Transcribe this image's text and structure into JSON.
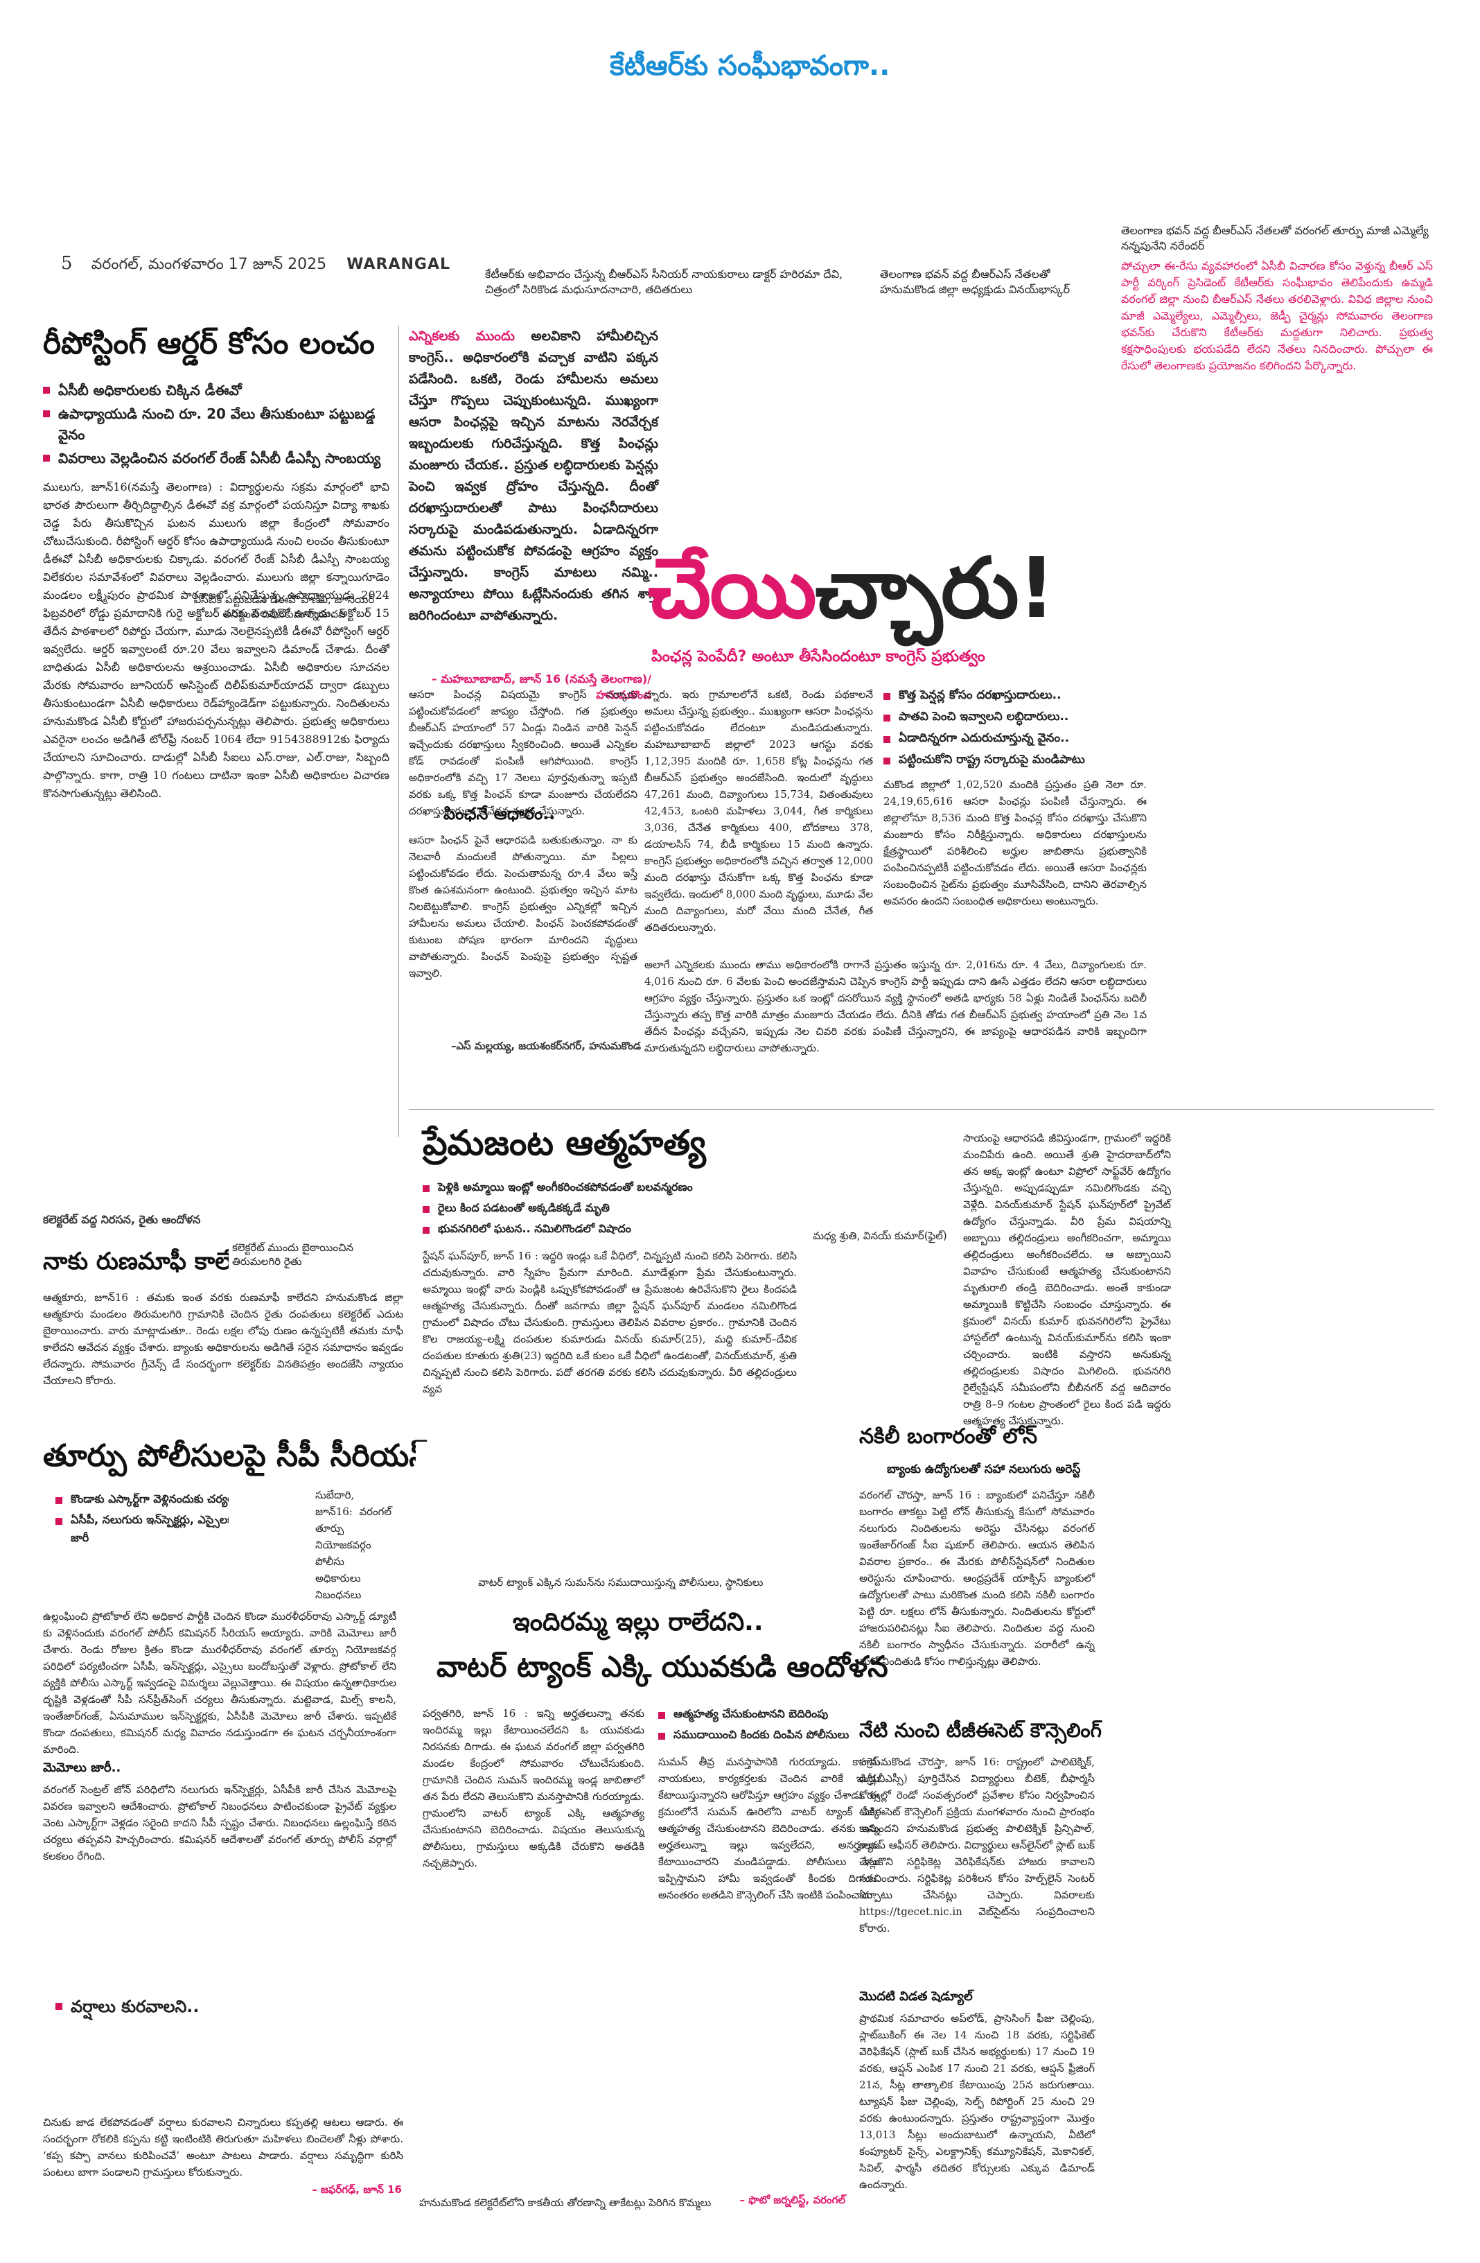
{
  "masthead": {
    "page_no": "5",
    "dateline": "వరంగల్, మంగళవారం 17 జూన్ 2025",
    "edition": "WARANGAL"
  },
  "top_headline": "కేటీఆర్‌కు సంఘీభావంగా..",
  "photo_captions": {
    "center": "కేటీఆర్‌కు అభివాదం చేస్తున్న బీఆర్‌ఎస్ సీనియర్ నాయకురాలు డాక్టర్ హరిరమా దేవి, చిత్రంలో సిరికొండ మధుసూదనాచారి, తదితరులు",
    "right1": "తెలంగాణ భవన్ వద్ద బీఆర్‌ఎస్ నేతలతో హనుమకొండ జిల్లా అధ్యక్షుడు వినయ్‌భాస్కర్",
    "right2": "తెలంగాణ భవన్ వద్ద బీఆర్‌ఎస్ నేతలతో వరంగల్ తూర్పు మాజీ ఎమ్మెల్యే నన్నపునేని నరేందర్"
  },
  "top_story_text": "పోచ్చులా ఈ-రేసు వ్యవహారంలో ఏసీబీ విచారణ కోసం వెళ్తున్న బీఆర్ ఎస్ పార్టీ వర్కింగ్ ప్రెసిడెంట్ కేటీఆర్‌కు సంఘీభావం తెలిపేందుకు ఉమ్మడి వరంగల్ జిల్లా నుంచి బీఆర్‌ఎస్ నేతలు తరలివెళ్లారు. వివిధ జిల్లాల నుంచి మాజీ ఎమ్మెల్యేలు, ఎమ్మెల్సీలు, జెడ్పీ చైర్మన్లు సోమవారం తెలంగాణ భవన్‌కు చేరుకొని కేటీఆర్‌కు మద్దతుగా నిలిచారు. ప్రభుత్వ కక్షసాధింపులకు భయపడేది లేదని నేతలు నినదించారు. పోచ్చులా ఈ రేసులో తెలంగాణకు ప్రయోజనం కలిగిందని పేర్కొన్నారు.",
  "story_repost": {
    "headline": "రీపోస్టింగ్ ఆర్డర్ కోసం లంచం",
    "bullets": [
      "ఏసీబీ అధికారులకు చిక్కిన డీఈవో",
      "ఉపాధ్యాయుడి నుంచి రూ. 20 వేలు తీసుకుంటూ పట్టుబడ్డ వైనం",
      "వివరాలు వెల్లడించిన వరంగల్ రేంజ్ ఏసీబీ డీఎస్పీ సాంబయ్య"
    ],
    "photo_caption": "ఏసీబీకి పట్టుబడిన డీఈవో పాణిని, జూనియర్ అసిస్టెంట్ దిలీప్‌కుమార్‌యాదవ్",
    "text": "ములుగు, జూన్16(నమస్తే తెలంగాణ) : విద్యార్థులను సక్రమ మార్గంలో భావి భారత పౌరులుగా తీర్చిదిద్దాల్సిన డీఈవో వక్ర మార్గంలో పయనిస్తూ విద్యా శాఖకు చెడ్డ పేరు తీసుకొచ్చిన ఘటన ములుగు జిల్లా కేంద్రంలో సోమవారం చోటుచేసుకుంది. రీపోస్టింగ్ ఆర్డర్ కోసం ఉపాధ్యాయుడి నుంచి లంచం తీసుకుంటూ డీఈవో ఏసీబీ అధికారులకు చిక్కాడు. వరంగల్ రేంజ్ ఏసీబీ డీఎస్పీ సాంబయ్య విలేకరుల సమావేశంలో వివరాలు వెల్లడించారు. ములుగు జిల్లా కన్నాయిగూడెం మండలం లక్ష్మీపురం ప్రాథమిక పాఠశాలలో పనిచేస్తున్న ఉపాధ్యాయుడు 2024 ఫిబ్రవరిలో రోడ్డు ప్రమాదానికి గురై అక్టోబర్ వరకు సెలవులో ఉన్నాడు. అక్టోబర్ 15 తేదీన పాఠశాలలో రిపోర్టు చేయగా, మూడు నెలలైనప్పటికీ డీఈవో రీపోస్టింగ్ ఆర్డర్ ఇవ్వలేదు. ఆర్డర్ ఇవ్వాలంటే రూ.20 వేలు ఇవ్వాలని డిమాండ్ చేశాడు. దీంతో బాధితుడు ఏసీబీ అధికారులను ఆశ్రయించాడు. ఏసీబీ అధికారుల సూచనల మేరకు సోమవారం జూనియర్ అసిస్టెంట్ దిలీప్‌కుమార్‌యాదవ్ ద్వారా డబ్బులు తీసుకుంటుండగా ఏసీబీ అధికారులు రెడ్‌హ్యాండెడ్‌గా పట్టుకున్నారు. నిందితులను హనుమకొండ ఏసీబీ కోర్టులో హాజరుపర్చనున్నట్లు తెలిపారు. ప్రభుత్వ అధికారులు ఎవరైనా లంచం అడిగితే టోల్‌ఫ్రీ నంబర్ 1064 లేదా 9154388912కు ఫిర్యాదు చేయాలని సూచించారు. దాడుల్లో ఏసీబీ సీఐలు ఎస్.రాజు, ఎల్.రాజు, సిబ్బంది పాల్గొన్నారు. కాగా, రాత్రి 10 గంటలు దాటినా ఇంకా ఏసీబీ అధికారుల విచారణ కొనసాగుతున్నట్లు తెలిసింది."
  },
  "story_pension": {
    "intro_highlight": "ఎన్నికలకు ముందు",
    "intro": "అలవికాని హామీలిచ్చిన కాంగ్రెస్.. అధికారంలోకి వచ్చాక వాటిని పక్కన పడేసింది. ఒకటి, రెండు హామీలను అమలు చేస్తూ గొప్పలు చెప్పుకుంటున్నది. ముఖ్యంగా ఆసరా పింఛన్లపై ఇచ్చిన మాటను నెరవేర్చక ఇబ్బందులకు గురిచేస్తున్నది. కొత్త పింఛన్లు మంజూరు చేయక.. ప్రస్తుత లబ్ధిదారులకు పెన్షన్లు పెంచి ఇవ్వక ద్రోహం చేస్తున్నది. దీంతో దరఖాస్తుదారులతో పాటు పింఛనీదారులు సర్కారుపై మండిపడుతున్నారు. ఏడాదిన్నరగా తమను పట్టించుకోక పోవడంపై ఆగ్రహం వ్యక్తం చేస్తున్నారు. కాంగ్రెస్ మాటలు నమ్మి.. అన్యాయాలు పోయి ఓట్లేసినందుకు తగిన శాస్తి జరిగిందంటూ వాపోతున్నారు.",
    "intro_byline": "– మహబూబాబాద్, జూన్ 16 (నమస్తే తెలంగాణ)/హనుమకొండ",
    "big_headline": "చేయిచ్చారు!",
    "big_headline_part1": "చేయి",
    "big_headline_part2": "చ్చారు!",
    "deck": "పింఛన్ల పెంపేదీ? అంటూ తీసేసిందంటూ కాంగ్రెస్ ప్రభుత్వం",
    "bullets": [
      "కొత్త పెన్షన్ల కోసం దరఖాస్తుదారులు..",
      "పాతవి పెంచి ఇవ్వాలని లబ్ధిదారులు..",
      "ఏడాదిన్నరగా ఎదురుచూస్తున్న వైనం..",
      "పట్టించుకోని రాష్ట్ర సర్కారుపై మండిపాటు"
    ],
    "col1": "ఆసరా పింఛన్ల విషయమై కాంగ్రెస్ సర్కారు పట్టించుకోవడంలో జాప్యం చేస్తోంది. గత ప్రభుత్వం బీఆర్‌ఎస్ హయాంలో 57 ఏండ్లు నిండిన వారికి పెన్షన్ ఇచ్చేందుకు దరఖాస్తులు స్వీకరించింది. అయితే ఎన్నికల కోడ్ రావడంతో పంపిణీ ఆగిపోయింది. కాంగ్రెస్ అధికారంలోకి వచ్చి 17 నెలలు పూర్తవుతున్నా ఇప్పటి వరకు ఒక్క కొత్త పింఛన్ కూడా మంజూరు చేయలేదని దరఖాస్తుదారులు ఆవేదన వ్యక్తం చేస్తున్నారు.",
    "col1_sub": "పింఛనే ఆధారం..",
    "col1b": "ఆసరా పింఛన్ పైనే ఆధారపడి బతుకుతున్నాం. నా కు నెలవారీ మందులకే పోతున్నాయి. మా పిల్లలు పట్టించుకోవడం లేదు. పెంచుతామన్న రూ.4 వేలు ఇస్తే కొంత ఉపశమనంగా ఉంటుంది. ప్రభుత్వం ఇచ్చిన మాట నిలబెట్టుకోవాలి. కాంగ్రెస్ ప్రభుత్వం ఎన్నికల్లో ఇచ్చిన హామీలను అమలు చేయాలి. పింఛన్ పెంచకపోవడంతో కుటుంబ పోషణ భారంగా మారిందని వృద్ధులు వాపోతున్నారు. పింఛన్ పెంపుపై ప్రభుత్వం స్పష్టత ఇవ్వాలి.",
    "col1b_byline": "–ఎస్ మల్లయ్య, జయశంకర్‌నగర్, హనుమకొండ",
    "col2": "న్నారు. ఇరు గ్రామాలలోనే ఒకటి, రెండు పథకాలనే అమలు చేస్తున్న ప్రభుత్వం.. ముఖ్యంగా ఆసరా పింఛన్లను పట్టించుకోవడం లేదంటూ మండిపడుతున్నారు. మహబూబాబాద్ జిల్లాలో 2023 ఆగస్టు వరకు 1,12,395 మందికి రూ. 1,658 కోట్ల పింఛన్లను గత బీఆర్‌ఎస్ ప్రభుత్వం అందజేసింది. ఇందులో వృద్ధులు 47,261 మంది, దివ్యాంగులు 15,734, వితంతువులు 42,453, ఒంటరి మహిళలు 3,044, గీత కార్మికులు 3,036, చేనేత కార్మికులు 400, బోదకాలు 378, డయాలసిస్ 74, బీడీ కార్మికులు 15 మంది ఉన్నారు. కాంగ్రెస్ ప్రభుత్వం అధికారంలోకి వచ్చిన తర్వాత 12,000 మంది దరఖాస్తు చేసుకోగా ఒక్క కొత్త పింఛను కూడా ఇవ్వలేదు. ఇందులో 8,000 మంది వృద్ధులు, మూడు వేల మంది దివ్యాంగులు, మరో వేయి మంది చేనేత, గీత తదితరులున్నారు.",
    "col3": "మకొండ జిల్లాలో 1,02,520 మందికి ప్రస్తుతం ప్రతి నెలా రూ. 24,19,65,616 ఆసరా పింఛన్లు పంపిణీ చేస్తున్నారు. ఈ జిల్లాలోనూ 8,536 మంది కొత్త పింఛన్ల కోసం దరఖాస్తు చేసుకొని మంజూరు కోసం నిరీక్షిస్తున్నారు. అధికారులు దరఖాస్తులను క్షేత్రస్థాయిలో పరిశీలించి అర్హుల జాబితాను ప్రభుత్వానికి పంపించినప్పటికీ పట్టించుకోవడం లేదు. అయితే ఆసరా పింఛన్లకు సంబంధించిన సైట్‌ను ప్రభుత్వం మూసివేసింది, దానిని తెరవాల్సిన అవసరం ఉందని సంబంధిత అధికారులు అంటున్నారు.",
    "col4": "అలాగే ఎన్నికలకు ముందు తాము అధికారంలోకి రాగానే ప్రస్తుతం ఇస్తున్న రూ. 2,016ను రూ. 4 వేలు, దివ్యాంగులకు రూ. 4,016 నుంచి రూ. 6 వేలకు పెంచి అందజేస్తామని చెప్పిన కాంగ్రెస్ పార్టీ ఇప్పుడు దాని ఊసే ఎత్తడం లేదని ఆసరా లబ్ధిదారులు ఆగ్రహం వ్యక్తం చేస్తున్నారు. ప్రస్తుతం ఒక ఇంట్లో దసరోయిన వ్యక్తి స్థానంలో అతడి భార్యకు 58 ఏళ్లు నిండితే పింఛన్‌ను బదిలీ చేస్తున్నారు తప్ప కొత్త వారికి మాత్రం మంజూరు చేయడం లేదు. దీనికి తోడు గత బీఆర్‌ఎస్ ప్రభుత్వ హయాంలో ప్రతి నెల 1వ తేదీన పింఛన్లు వచ్చేవని, ఇప్పుడు నెల చివరి వరకు పంపిణీ చేస్తున్నారని, ఈ జాప్యంపై ఆధారపడిన వారికి ఇబ్బందిగా మారుతున్నదని లబ్ధిదారులు వాపోతున్నారు."
  },
  "story_love": {
    "headline": "ప్రేమజంట ఆత్మహత్య",
    "bullets": [
      "పెళ్లికి అమ్మాయి ఇంట్లో అంగీకరించకపోవడంతో బలవన్మరణం",
      "రైలు కింద పడటంతో అక్కడికక్కడే మృతి",
      "భువనగిరిలో ఘటన.. నమిలిగొండలో విషాదం"
    ],
    "photo_caption": "మధ్య శ్రుతి, వినయ్ కుమార్(ఫైల్)",
    "text1": "స్టేషన్ ఘన్‌పూర్, జూన్ 16 : ఇద్దరి ఇండ్లు ఒకే వీధిలో, చిన్నప్పటి నుంచి కలిసి పెరిగారు. కలిసి చదువుకున్నారు. వారి స్నేహం ప్రేమగా మారింది. మూడేళ్లుగా ప్రేమ చేసుకుంటున్నారు. అమ్మాయి ఇంట్లో వారు పెండ్లికి ఒప్పుకోకపోవడంతో ఆ ప్రేమజంట ఉరివేసుకొని రైలు కిందపడి ఆత్మహత్య చేసుకున్నారు. దీంతో జనగామ జిల్లా స్టేషన్ ఘన్‌పూర్ మండలం నమిలిగొండ గ్రామంలో విషాదం చోటు చేసుకుంది. గ్రామస్తులు తెలిపిన వివరాల ప్రకారం.. గ్రామానికి చెందిన కొల రాజయ్య–లక్ష్మి దంపతుల కుమారుడు వినయ్ కుమార్(25), మద్ది కుమార్–దేవిక దంపతుల కూతురు శ్రుతి(23) ఇద్దరిది ఒకే కులం ఒకే వీధిలో ఉండటంతో, వినయ్‌కుమార్, శ్రుతి చిన్నప్పటి నుంచి కలిసి పెరిగారు. పదో తరగతి వరకు కలిసి చదువుకున్నారు. వీరి తల్లిదండ్రులు వ్యవ",
    "text2": "సాయంపై ఆధారపడి జీవిస్తుండగా, గ్రామంలో ఇద్దరికి మంచిపేరు ఉంది. అయితే శ్రుతి హైదరాబాద్‌లోని తన అక్క ఇంట్లో ఉంటూ విప్రోలో సాఫ్ట్‌వేర్ ఉద్యోగం చేస్తున్నది. అప్పుడప్పుడూ నమిలిగొండకు వచ్చి వెళ్లేది. వినయ్‌కుమార్ స్టేషన్ ఘన్‌పూర్‌లో ప్రైవేట్ ఉద్యోగం చేస్తున్నాడు. వీరి ప్రేమ విషయాన్ని అబ్బాయి తల్లిదండ్రులు అంగీకరించగా, అమ్మాయి తల్లిదండ్రులు అంగీకరించలేదు. ఆ అబ్బాయిని వివాహం చేసుకుంటే ఆత్మహత్య చేసుకుంటానని మృతురాలి తండ్రి బెదిరించాడు. అంతే కాకుండా అమ్మాయికి కొట్టిచేసి సంబంధం చూస్తున్నారు. ఈ క్రమంలో వినయ్ కుమార్ భువనగిరిలోని ప్రైవేటు హాస్టల్‌లో ఉంటున్న వినయ్‌కుమార్‌ను కలిసి ఇంకా చర్చించారు. ఇంటికి వస్తారని అనుకున్న తల్లిదండ్రులకు విషాదం మిగిలింది. భువనగిరి రైల్వేస్టేషన్ సమీపంలోని బీబీనగర్ వద్ద ఆదివారం రాత్రి 8–9 గంటల ప్రాంతంలో రైలు కింద పడి ఇద్దరు ఆత్మహత్య చేసుకున్నారు."
  },
  "story_loan": {
    "kicker": "కలెక్టరేట్ వద్ద నిరసన, రైతు ఆందోళన",
    "photo_caption": "కలెక్టరేట్ ముందు బైఠాయించిన తిరుమలగిరి రైతు",
    "headline": "నాకు రుణమాఫీ కాలేదు",
    "text": "ఆత్మకూరు, జూన్16 : తమకు ఇంత వరకు రుణమాఫీ కాలేదని హనుమకొండ జిల్లా ఆత్మకూరు మండలం తిరుమలగిరి గ్రామానికి చెందిన రైతు దంపతులు కలెక్టరేట్ ఎదుట బైఠాయించారు. వారు మాట్లాడుతూ.. రెండు లక్షల లోపు రుణం ఉన్నప్పటికీ తమకు మాఫీ కాలేదని ఆవేదన వ్యక్తం చేశారు. బ్యాంకు అధికారులను అడిగితే సరైన సమాధానం ఇవ్వడం లేదన్నారు. సోమవారం గ్రీవెన్స్ డే సందర్భంగా కలెక్టర్‌కు వినతిపత్రం అందజేసి న్యాయం చేయాలని కోరారు."
  },
  "story_police": {
    "headline": "తూర్పు పోలీసులపై సీపీ సీరియస్",
    "bullets": [
      "కొండాకు ఎస్కార్ట్‌గా వెళ్లినందుకు చర్యలు",
      "ఏసీపీ, నలుగురు ఇన్‌స్పెక్టర్లు, ఎస్సైలకు మెమోలు జారీ"
    ],
    "side_text": "సుబేదారి, జూన్16: వరంగల్ తూర్పు నియోజకవర్గం పోలీసు అధికారులు నిబంధనలు",
    "text": "ఉల్లంఘించి ప్రోటోకాల్ లేని అధికార పార్టీకి చెందిన కొండా మురళీధర్‌రావు ఎస్కార్ట్ డ్యూటీ కు వెళ్లినందుకు వరంగల్ పోలీస్ కమిషనర్ సీరియస్ అయ్యారు. వారికి మెమోలు జారీ చేశారు. రెండు రోజుల క్రితం కొండా మురళీధర్‌రావు వరంగల్ తూర్పు నియోజకవర్గ పరిధిలో పర్యటించగా ఏసీపీ, ఇన్‌స్పెక్టర్లు, ఎస్సైలు బందోబస్తుతో వెళ్లారు. ప్రోటోకాల్ లేని వ్యక్తికి పోలీసు ఎస్కార్ట్ ఇవ్వడంపై విమర్శలు వెల్లువెత్తాయి. ఈ విషయం ఉన్నతాధికారుల దృష్టికి వెళ్లడంతో సీపీ సన్‌ప్రీత్‌సింగ్ చర్యలు తీసుకున్నారు. మట్టెవాడ, మిల్స్ కాలనీ, ఇంతేజార్‌గంజ్, ఏనుమాముల ఇన్‌స్పెక్టర్లకు, ఏసీపీకి మెమోలు జారీ చేశారు. ఇప్పటికే కొండా దంపతులు, కమిషనర్ మధ్య వివాదం నడుస్తుండగా ఈ ఘటన చర్చనీయాంశంగా మారింది.",
    "sub": "మెమోలు జారీ..",
    "text2": "వరంగల్ సెంట్రల్ జోన్ పరిధిలోని నలుగురు ఇన్‌స్పెక్టర్లు, ఏసీపీకి జారీ చేసిన మెమోలపై వివరణ ఇవ్వాలని ఆదేశించారు. ప్రోటోకాల్ నిబంధనలు పాటించకుండా ప్రైవేట్ వ్యక్తుల వెంట ఎస్కార్ట్‌గా వెళ్లడం సరైంది కాదని సీపీ స్పష్టం చేశారు. నిబంధనలు ఉల్లంఘిస్తే కఠిన చర్యలు తప్పవని హెచ్చరించారు. కమిషనర్ ఆదేశాలతో వరంగల్ తూర్పు పోలీస్ వర్గాల్లో కలకలం రేగింది."
  },
  "story_rain": {
    "headline": "వర్షాలు కురవాలని..",
    "text": "చినుకు జాడ లేకపోవడంతో వర్షాలు కురవాలని చిన్నారులు కప్పతల్లి ఆటలు ఆడారు. ఈ సందర్భంగా రోకలికి కప్పను కట్టి ఇంటింటికి తిరుగుతూ మహిళలు బిందెలతో నీళ్లు పోశారు. ‘కప్ప కప్పా వానలు కురిపించవే’ అంటూ పాటలు పాడారు. వర్షాలు సమృద్ధిగా కురిసి పంటలు బాగా పండాలని గ్రామస్తులు కోరుకున్నారు.",
    "byline": "– జఫర్‌గఢ్, జూన్ 16"
  },
  "story_water": {
    "photo_caption": "వాటర్ ట్యాంక్ ఎక్కిన సుమన్‌ను సముదాయిస్తున్న పోలీసులు, స్థానికులు",
    "headline_line1": "ఇందిరమ్మ ఇల్లు రాలేదని..",
    "headline_line2": "వాటర్ ట్యాంక్ ఎక్కి యువకుడి ఆందోళన",
    "bullets": [
      "ఆత్మహత్య చేసుకుంటానని బెదిరింపు",
      "సముదాయించి కిందకు దింపిన పోలీసులు"
    ],
    "text1": "పర్వతగిరి, జూన్ 16 : ఇన్ని అర్హతలున్నా తనకు ఇందిరమ్మ ఇల్లు కేటాయించలేదని ఓ యువకుడు నిరసనకు దిగాడు. ఈ ఘటన వరంగల్ జిల్లా పర్వతగిరి మండల కేంద్రంలో సోమవారం చోటుచేసుకుంది. గ్రామానికి చెందిన సుమన్ ఇందిరమ్మ ఇండ్ల జాబితాలో తన పేరు లేదని తెలుసుకొని మనస్తాపానికి గురయ్యాడు. గ్రామంలోని వాటర్ ట్యాంక్ ఎక్కి ఆత్మహత్య చేసుకుంటానని బెదిరించాడు. విషయం తెలుసుకున్న పోలీసులు, గ్రామస్తులు అక్కడికి చేరుకొని అతడికి నచ్చజెప్పారు.",
    "text2": "సుమన్ తీవ్ర మనస్తాపానికి గురయ్యాడు. కాంగ్రెస్ నాయకులు, కార్యకర్తలకు చెందిన వారికే ఇండ్లు కేటాయిస్తున్నారని ఆరోపిస్తూ ఆగ్రహం వ్యక్తం చేశాడు. ఈ క్రమంలోనే సుమన్ ఊరిలోని వాటర్ ట్యాంక్ ఎక్కి ఆత్మహత్య చేసుకుంటానని బెదిరించాడు. తనకు ఇన్ని అర్హతలున్నా ఇల్లు ఇవ్వలేదని, అనర్హులకు కేటాయించారని మండిపడ్డాడు. పోలీసులు ఇల్లు ఇప్పిస్తామని హామీ ఇవ్వడంతో కిందకు దిగాడు. అనంతరం అతడిని కౌన్సెలింగ్ చేసి ఇంటికి పంపించారు."
  },
  "story_gold": {
    "headline": "నకిలీ బంగారంతో లోన్",
    "sub": "బ్యాంకు ఉద్యోగులతో సహా నలుగురు అరెస్ట్",
    "text": "వరంగల్ చౌరస్తా, జూన్ 16 : బ్యాంకులో పనిచేస్తూ నకిలీ బంగారం తాకట్టు పెట్టి లోన్ తీసుకున్న కేసులో సోమవారం నలుగురు నిందితులను అరెస్టు చేసినట్లు వరంగల్ ఇంతేజార్‌గంజ్ సీఐ షుకూర్ తెలిపారు. ఆయన తెలిపిన వివరాల ప్రకారం.. ఈ మేరకు పోలీస్‌స్టేషన్‌లో నిందితుల అరెస్టును చూపించారు. ఆంధ్రప్రదేశ్ యాక్సిస్ బ్యాంకులో ఉద్యోగులతో పాటు మరికొంత మంది కలిసి నకిలీ బంగారం పెట్టి రూ. లక్షలు లోన్ తీసుకున్నారు. నిందితులను కోర్టులో హాజరుపరిచినట్లు సీఐ తెలిపారు. నిందితుల వద్ద నుంచి నకిలీ బంగారం స్వాధీనం చేసుకున్నారు. పరారీలో ఉన్న మరో నిందితుడి కోసం గాలిస్తున్నట్లు తెలిపారు."
  },
  "story_tgecet": {
    "headline": "నేటి నుంచి టీజీఈసెట్ కౌన్సెలింగ్",
    "text": "హనుమకొండ చౌరస్తా, జూన్ 16: రాష్ట్రంలో పాలిటెక్నిక్, డిగ్రీ(బీఎస్సీ) పూర్తిచేసిన విద్యార్థులు బీటెక్, బీఫార్మసీ కోర్సుల్లో రెండో సంవత్సరంలో ప్రవేశాల కోసం నిర్వహించిన టీజీఈసెట్ కౌన్సెలింగ్ ప్రక్రియ మంగళవారం నుంచి ప్రారంభం కానుందని హనుమకొండ ప్రభుత్వ పాలిటెక్నిక్ ప్రిన్సిపాల్, క్యాంప్ ఆఫీసర్ తెలిపారు. విద్యార్థులు ఆన్‌లైన్‌లో స్లాట్ బుక్ చేసుకొని సర్టిఫికెట్ల వెరిఫికేషన్‌కు హాజరు కావాలని సూచించారు. సర్టిఫికెట్ల పరిశీలన కోసం హెల్ప్‌లైన్ సెంటర్ ఏర్పాటు చేసినట్లు చెప్పారు. వివరాలకు https://tgecet.nic.in వెబ్‌సైట్‌ను సంప్రదించాలని కోరారు.",
    "sub": "మొదటి విడత షెడ్యూల్",
    "text2": "ప్రాథమిక సమాచారం అప్‌లోడ్, ప్రాసెసింగ్ ఫీజు చెల్లింపు, స్లాట్‌బుకింగ్ ఈ నెల 14 నుంచి 18 వరకు, సర్టిఫికెట్ వెరిఫికేషన్ (స్లాట్ బుక్ చేసిన అభ్యర్థులకు) 17 నుంచి 19 వరకు, ఆప్షన్ ఎంపిక 17 నుంచి 21 వరకు, ఆప్షన్ ఫ్రీజింగ్ 21న, సీట్ల తాత్కాలిక కేటాయింపు 25న జరుగుతాయి. ట్యూషన్ ఫీజు చెల్లింపు, సెల్ఫ్ రిపోర్టింగ్ 25 నుంచి 29 వరకు ఉంటుందన్నారు. ప్రస్తుతం రాష్ట్రవ్యాప్తంగా మొత్తం 13,013 సీట్లు అందుబాటులో ఉన్నాయని, వీటిలో కంప్యూటర్ సైన్స్, ఎలక్ట్రానిక్స్ కమ్యూనికేషన్, మెకానికల్, సివిల్, ఫార్మసీ తదితర కోర్సులకు ఎక్కువ డిమాండ్ ఉందన్నారు."
  },
  "bottom_caption": "హనుమకొండ కలెక్టరేట్‌లోని కాకతీయ తోరణాన్ని తాకేటట్లు పెరిగిన కొమ్మలు",
  "bottom_byline": "– ఫొటో జర్నలిస్ట్, వరంగల్"
}
